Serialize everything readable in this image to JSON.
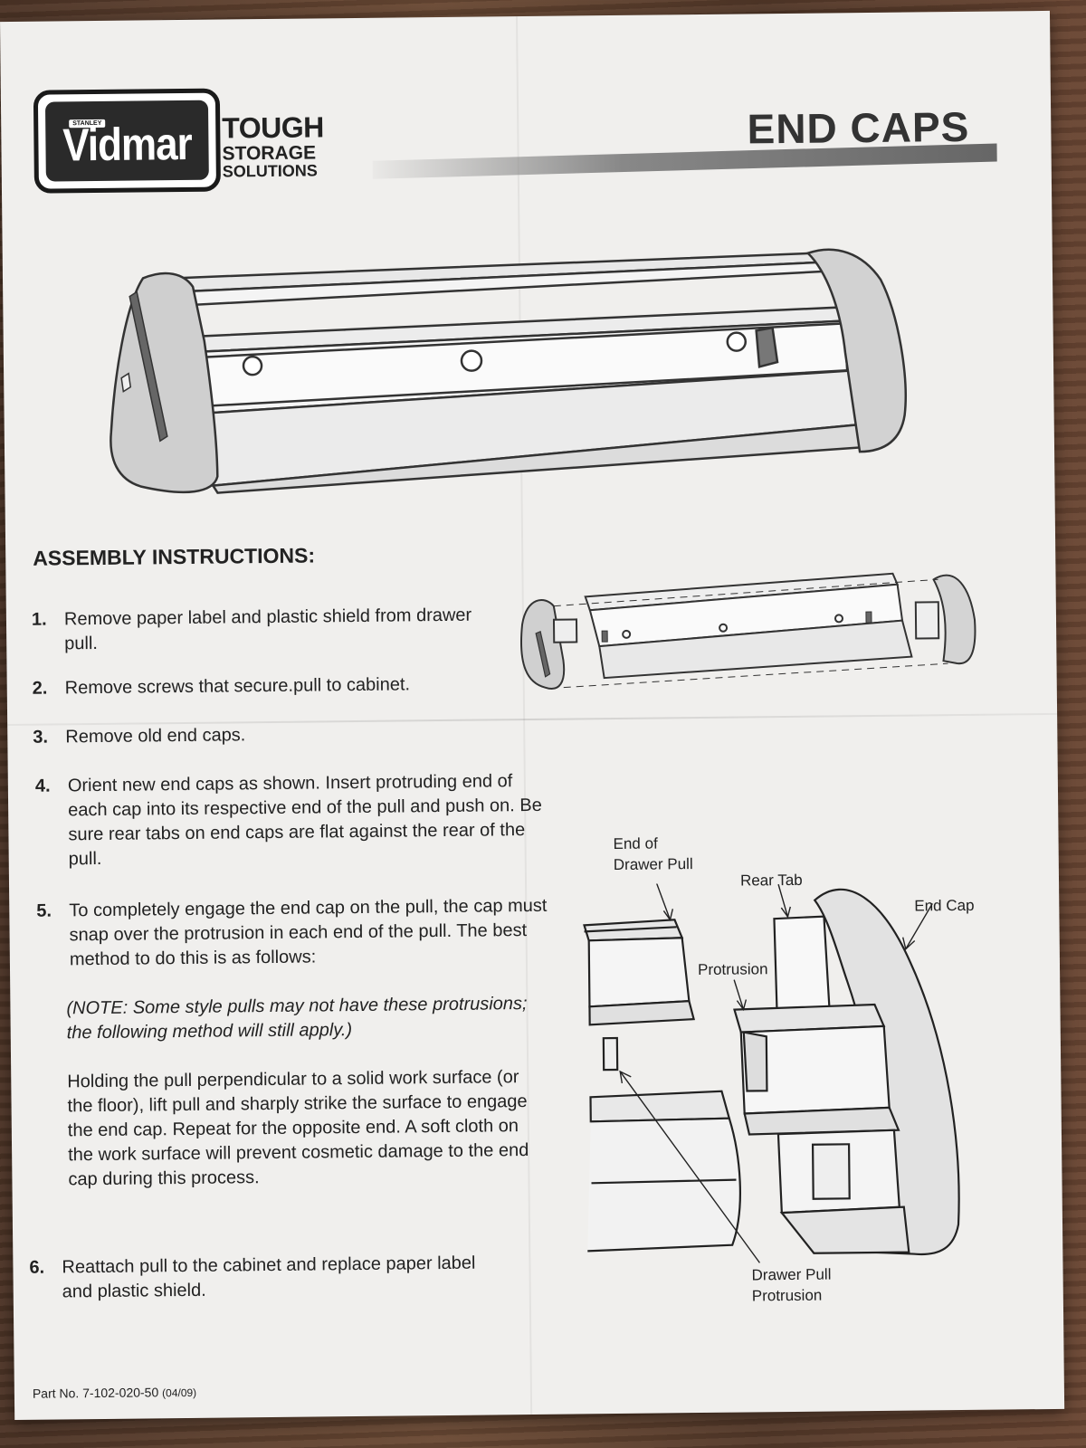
{
  "header": {
    "logo_top": "STANLEY",
    "logo_brand": "Vidmar",
    "tagline_1": "TOUGH",
    "tagline_2": "STORAGE",
    "tagline_3": "SOLUTIONS",
    "title": "END CAPS"
  },
  "instructions": {
    "heading": "ASSEMBLY INSTRUCTIONS:",
    "steps": [
      {
        "num": "1.",
        "text": "Remove paper label and plastic shield from drawer pull."
      },
      {
        "num": "2.",
        "text": "Remove screws that secure.pull to cabinet."
      },
      {
        "num": "3.",
        "text": "Remove old end caps."
      },
      {
        "num": "4.",
        "text": "Orient new end caps as shown.  Insert protruding end of each cap into its respective end of the pull and push on.  Be sure rear tabs on end caps are flat against the rear of the pull."
      },
      {
        "num": "5.",
        "text": "To completely engage the end cap on the pull, the cap must snap over the protrusion in each end of the pull.  The best method to do this is as follows:",
        "note": "(NOTE: Some style pulls may not have these protrusions;  the following method will still apply.)",
        "method": "Holding the pull perpendicular to a solid work surface (or the floor), lift pull and sharply strike the surface to engage the end cap.  Repeat for the opposite end.  A soft cloth on the work surface will prevent cosmetic damage to the end cap during this process."
      },
      {
        "num": "6.",
        "text": "Reattach pull to the cabinet and replace paper label and plastic shield."
      }
    ]
  },
  "callouts": {
    "end_of_drawer_pull_1": "End of",
    "end_of_drawer_pull_2": "Drawer Pull",
    "rear_tab": "Rear Tab",
    "end_cap": "End Cap",
    "protrusion": "Protrusion",
    "drawer_pull_protrusion_1": "Drawer Pull",
    "drawer_pull_protrusion_2": "Protrusion"
  },
  "footer": {
    "part_no": "Part No.  7-102-020-50",
    "date": "(04/09)"
  }
}
